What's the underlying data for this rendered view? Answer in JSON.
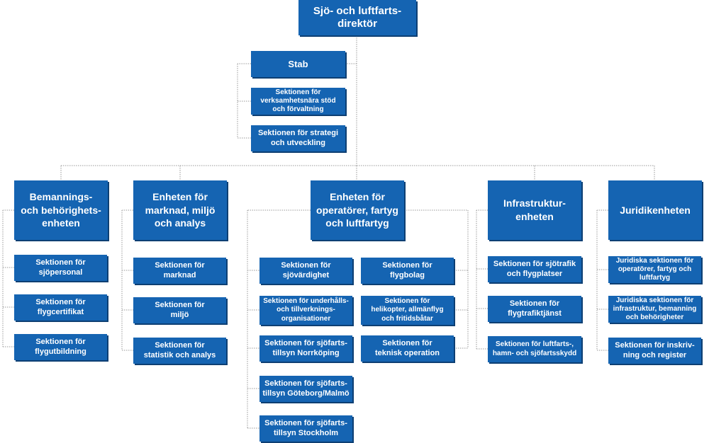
{
  "colors": {
    "box": "#1564b2",
    "connector": "#9a9a9a"
  },
  "director": {
    "label": "Sjö- och luftfarts-\ndirektör"
  },
  "stab": {
    "label": "Stab",
    "sections": [
      "Sektionen för\nverksamhetsnära stöd\noch förvaltning",
      "Sektionen för strategi\noch utveckling"
    ]
  },
  "units": [
    {
      "label": "Bemannings-\noch behörighets-\nenheten",
      "sections": [
        "Sektionen för\nsjöpersonal",
        "Sektionen för\nflygcertifikat",
        "Sektionen för\nflygutbildning"
      ]
    },
    {
      "label": "Enheten för\nmarknad, miljö\noch analys",
      "sections": [
        "Sektionen för\nmarknad",
        "Sektionen för\nmiljö",
        "Sektionen för\nstatistik och analys"
      ]
    },
    {
      "label": "Enheten för\noperatörer, fartyg\noch luftfartyg",
      "sections_left": [
        "Sektionen för\nsjövärdighet",
        "Sektionen för underhålls-\noch tillverknings-\norganisationer",
        "Sektionen för sjöfarts-\ntillsyn Norrköping",
        "Sektionen för sjöfarts-\ntillsyn Göteborg/Malmö",
        "Sektionen för sjöfarts-\ntillsyn Stockholm"
      ],
      "sections_right": [
        "Sektionen för\nflygbolag",
        "Sektionen för\nhelikopter, allmänflyg\noch fritidsbåtar",
        "Sektionen för\nteknisk operation"
      ]
    },
    {
      "label": "Infrastruktur-\nenheten",
      "sections": [
        "Sektionen för sjötrafik\noch flygplatser",
        "Sektionen för\nflygtrafiktjänst",
        "Sektionen för luftfarts-,\nhamn- och sjöfartsskydd"
      ]
    },
    {
      "label": "Juridikenheten",
      "sections": [
        "Juridiska sektionen för\noperatörer, fartyg och\nluftfartyg",
        "Juridiska sektionen för\ninfrastruktur, bemanning\noch behörigheter",
        "Sektionen för inskriv-\nning och register"
      ]
    }
  ]
}
